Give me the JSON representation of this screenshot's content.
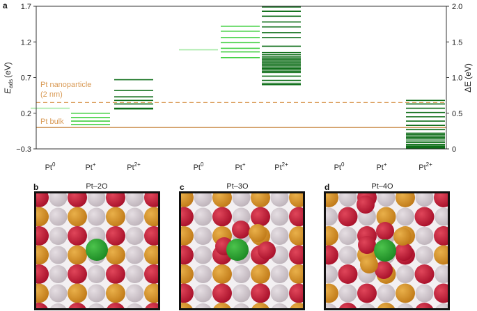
{
  "panel_a_letter": "a",
  "chart_data": {
    "type": "line",
    "ylabel_main": "E",
    "ylabel_sub": "ads",
    "ylabel_unit": "(eV)",
    "y2label_main": "ΔE",
    "y2label_unit": "(eV)",
    "ylim": [
      -0.3,
      1.7
    ],
    "y2lim": [
      0,
      2.0
    ],
    "yticks": [
      "1.7",
      "1.2",
      "0.7",
      "0.2",
      "−0.3"
    ],
    "y2ticks": [
      "2.0",
      "1.5",
      "1.0",
      "0.5",
      "0"
    ],
    "ytick_values": [
      1.7,
      1.2,
      0.7,
      0.2,
      -0.3
    ],
    "y2tick_values": [
      2.0,
      1.5,
      1.0,
      0.5,
      0
    ],
    "groups": [
      {
        "categories": [
          "Pt",
          "Pt",
          "Pt"
        ],
        "superscripts": [
          "0",
          "+",
          "2+"
        ]
      },
      {
        "categories": [
          "Pt",
          "Pt",
          "Pt"
        ],
        "superscripts": [
          "0",
          "+",
          "2+"
        ]
      },
      {
        "categories": [
          "Pt",
          "Pt",
          "Pt"
        ],
        "superscripts": [
          "0",
          "+",
          "2+"
        ]
      }
    ],
    "reference_lines": [
      {
        "name": "Pt nanoparticle",
        "name2": "(2 nm)",
        "value": 0.35,
        "style": "dashed",
        "color": "#d99a55"
      },
      {
        "name": "Pt bulk",
        "value": 0.0,
        "style": "solid",
        "color": "#c98a44"
      }
    ],
    "colors": {
      "Pt0": "#a6e9a6",
      "Pt+": "#3fcf3f",
      "Pt2+": "#0e6e18"
    },
    "series": [
      {
        "group": 0,
        "slot": 0,
        "ion": "Pt0",
        "axis": "left",
        "values": [
          0.27
        ]
      },
      {
        "group": 0,
        "slot": 1,
        "ion": "Pt+",
        "axis": "left",
        "values": [
          0.2,
          0.14,
          0.09,
          0.04
        ]
      },
      {
        "group": 0,
        "slot": 2,
        "ion": "Pt2+",
        "axis": "left",
        "values": [
          0.67,
          0.52,
          0.43,
          0.38,
          0.33,
          0.27,
          0.26
        ]
      },
      {
        "group": 1,
        "slot": 0,
        "ion": "Pt0",
        "axis": "left",
        "values": [
          1.09
        ]
      },
      {
        "group": 1,
        "slot": 1,
        "ion": "Pt+",
        "axis": "left",
        "values": [
          1.42,
          1.35,
          1.26,
          1.19,
          1.11,
          1.06,
          0.98
        ]
      },
      {
        "group": 1,
        "slot": 2,
        "ion": "Pt2+",
        "axis": "left",
        "values": [
          1.69,
          1.63,
          1.56,
          1.48,
          1.41,
          1.33,
          1.26,
          1.14,
          1.05,
          1.02,
          0.99,
          0.97,
          0.95,
          0.93,
          0.91,
          0.89,
          0.87,
          0.85,
          0.83,
          0.81,
          0.79,
          0.77,
          0.72,
          0.66,
          0.62,
          0.6
        ]
      },
      {
        "group": 2,
        "slot": 2,
        "ion": "Pt2+",
        "axis": "right",
        "values": [
          0.68,
          0.63,
          0.57,
          0.51,
          0.45,
          0.39,
          0.33,
          0.27,
          0.22,
          0.2,
          0.18,
          0.16,
          0.14,
          0.11,
          0.09,
          0.06,
          0.04,
          0.03,
          0.02,
          0.01
        ]
      }
    ]
  },
  "panels": [
    {
      "letter": "b",
      "title": "Pt–2O"
    },
    {
      "letter": "c",
      "title": "Pt–3O"
    },
    {
      "letter": "d",
      "title": "Pt–4O"
    }
  ]
}
